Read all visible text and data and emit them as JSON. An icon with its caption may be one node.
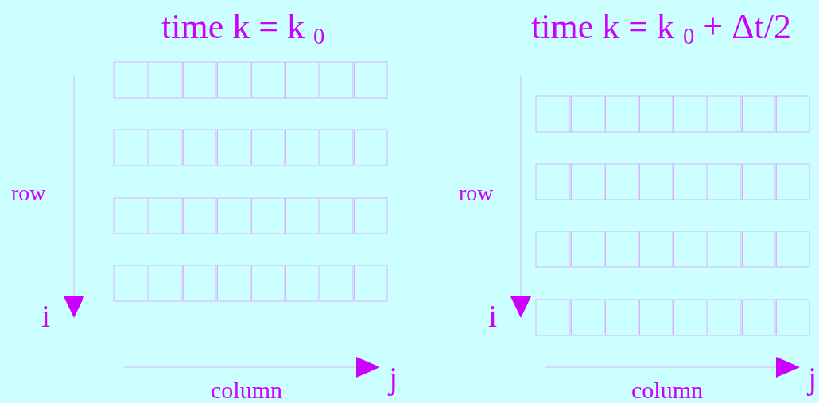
{
  "diagram": {
    "labels": [
      "time k = k $_{0}$",
      "time k = k $_{0}$ + Δt/2",
      "row",
      "row",
      "i",
      "i",
      "column",
      "j",
      "column",
      "j"
    ]
  }
}
